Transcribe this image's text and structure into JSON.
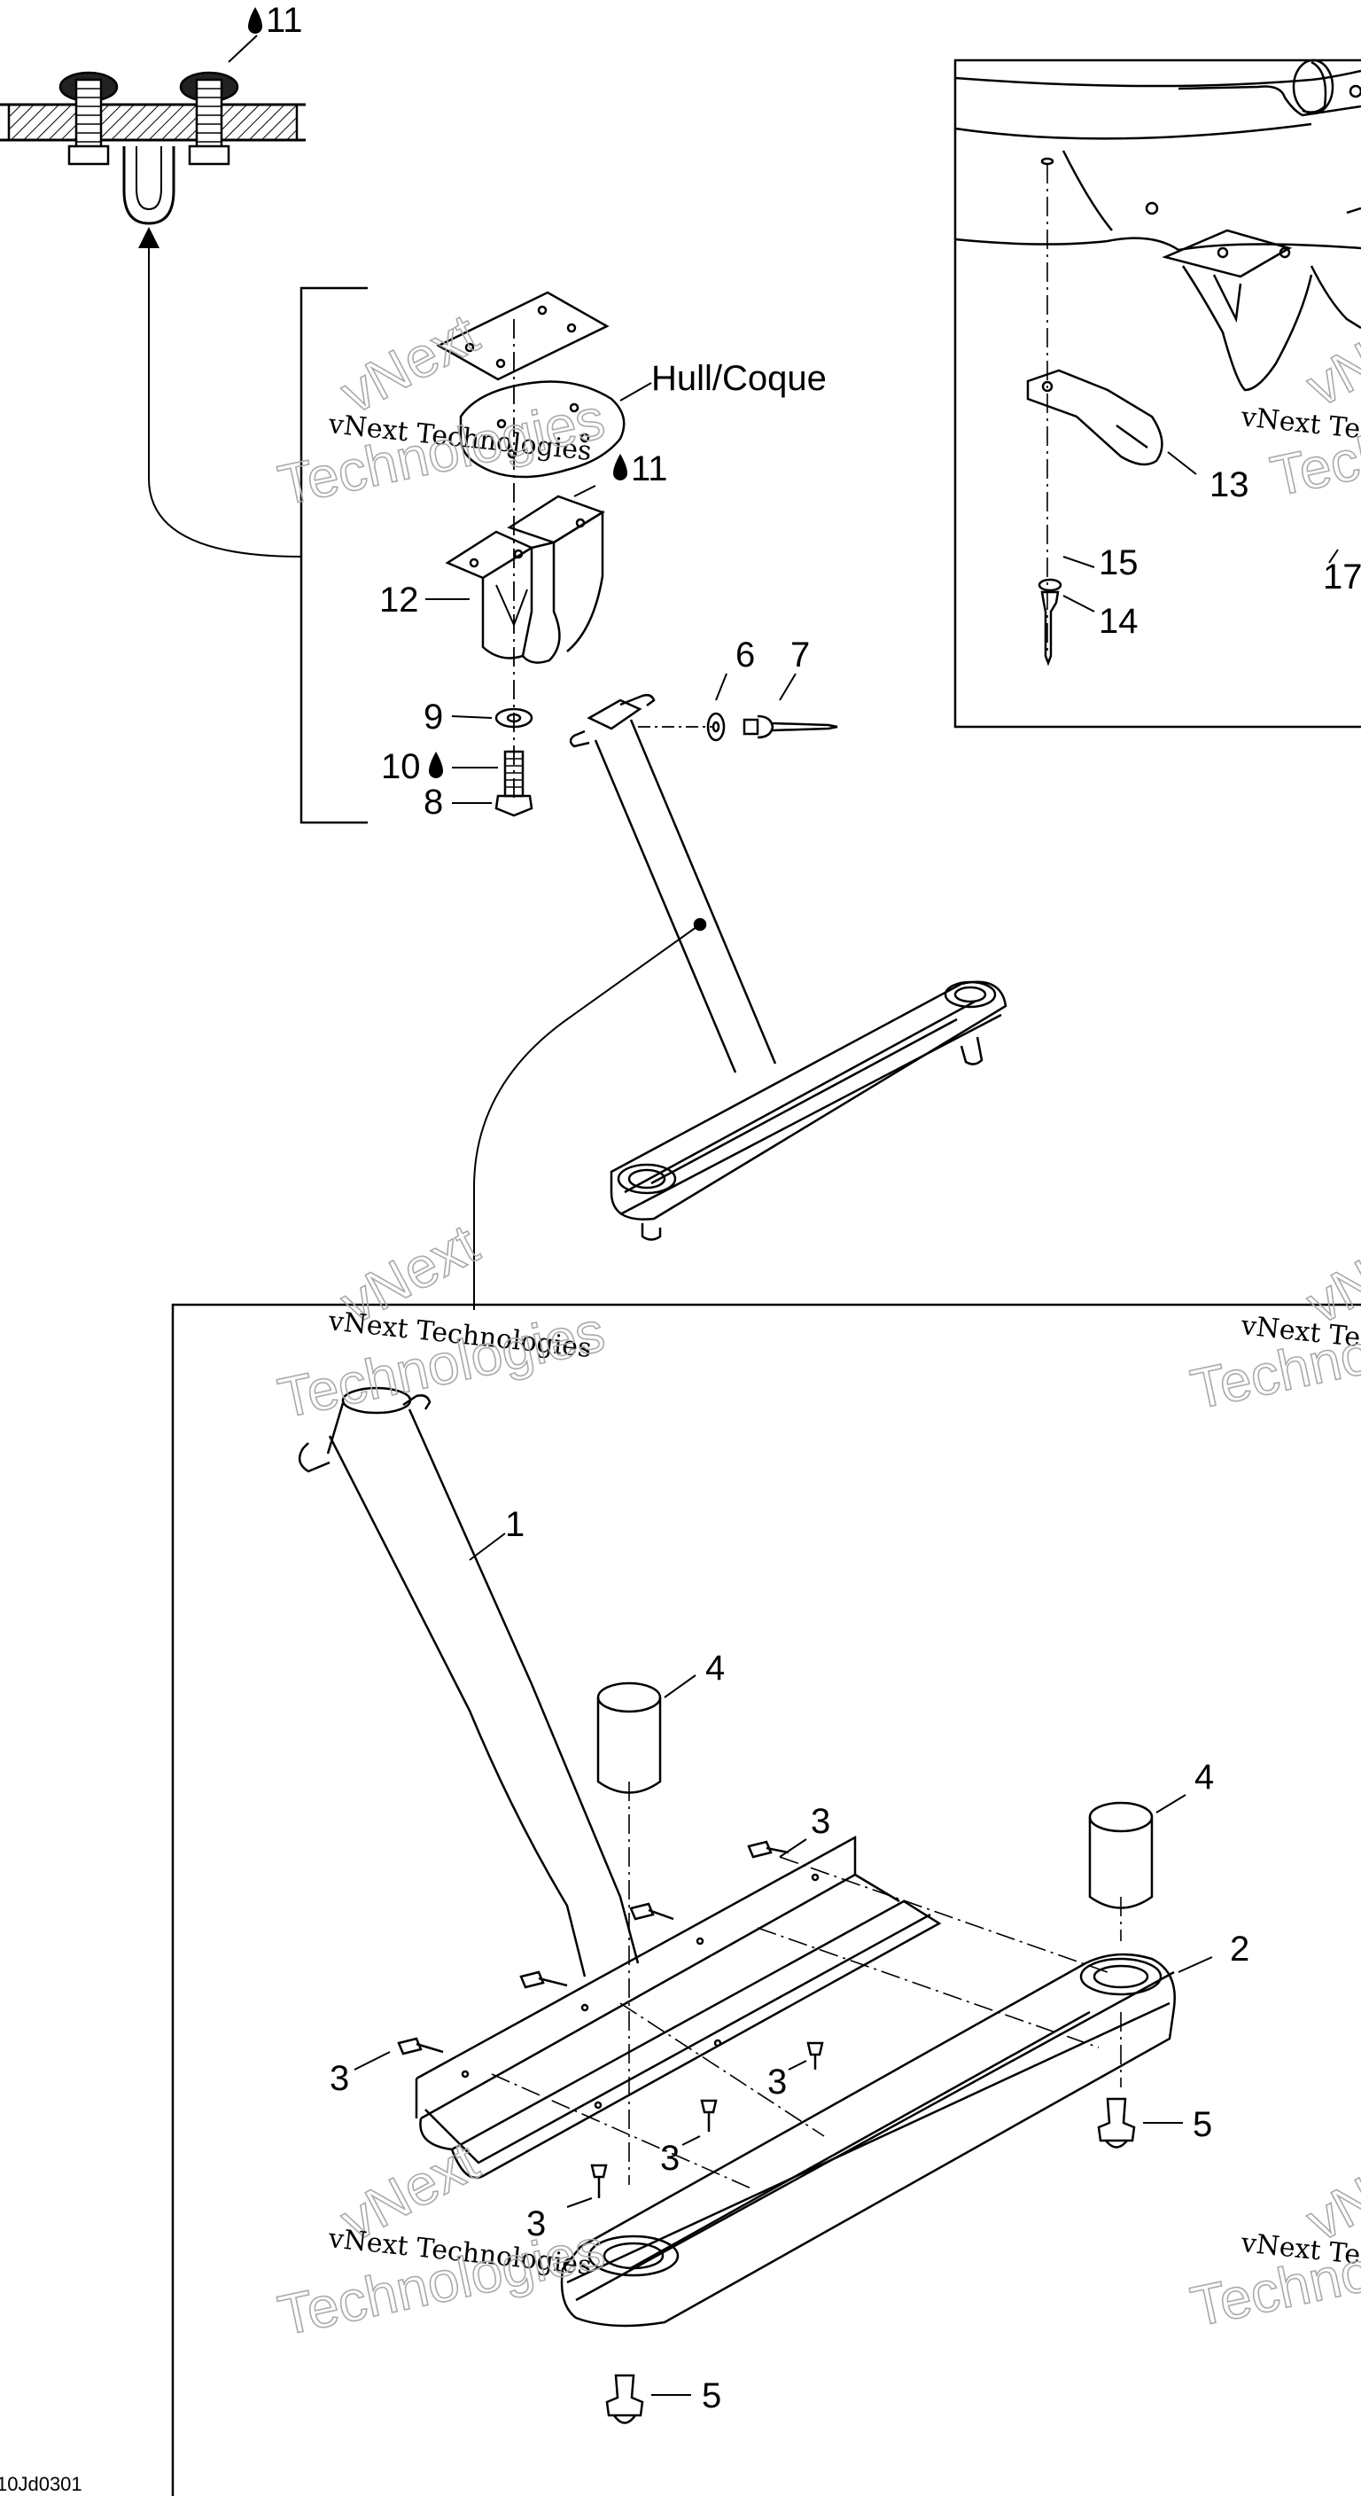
{
  "diagram": {
    "reference_code": "10Jd0301",
    "callouts": {
      "c1": "1",
      "c2": "2",
      "c3a": "3",
      "c3b": "3",
      "c3c": "3",
      "c3d": "3",
      "c3e": "3",
      "c4a": "4",
      "c4b": "4",
      "c5a": "5",
      "c5b": "5",
      "c6": "6",
      "c7": "7",
      "c8": "8",
      "c9": "9",
      "c10": "10",
      "c11a": "11",
      "c11b": "11",
      "c12": "12",
      "c13": "13",
      "c14": "14",
      "c15": "15",
      "c17": "17"
    },
    "hull_label": "Hull/Coque",
    "watermark": {
      "line1": "vNext",
      "line2": "vNext Technologies",
      "line3": "Technologies"
    }
  }
}
